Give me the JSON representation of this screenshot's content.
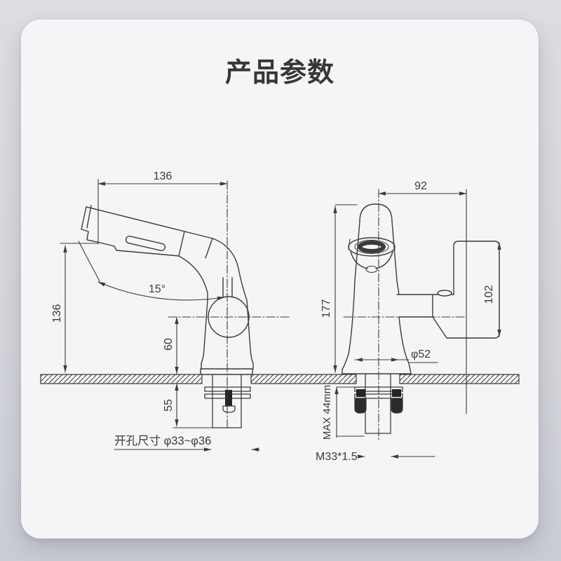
{
  "page": {
    "title": "产品参数"
  },
  "side_view": {
    "dim_spout_reach": "136",
    "dim_angle": "15°",
    "dim_height_above_counter": "136",
    "dim_center_to_counter": "60",
    "dim_under_counter": "55",
    "hole_size_label": "开孔尺寸 φ33~φ36"
  },
  "front_view": {
    "dim_center_to_handle": "92",
    "dim_total_height": "177",
    "dim_handle_height": "102",
    "dim_base_diameter": "φ52",
    "dim_max_counter_thickness": "MAX 44mm",
    "dim_thread_spec": "M33*1.5"
  },
  "colors": {
    "line": "#3b3b3d",
    "card_bg": "#f5f5f7",
    "title": "#363638"
  }
}
